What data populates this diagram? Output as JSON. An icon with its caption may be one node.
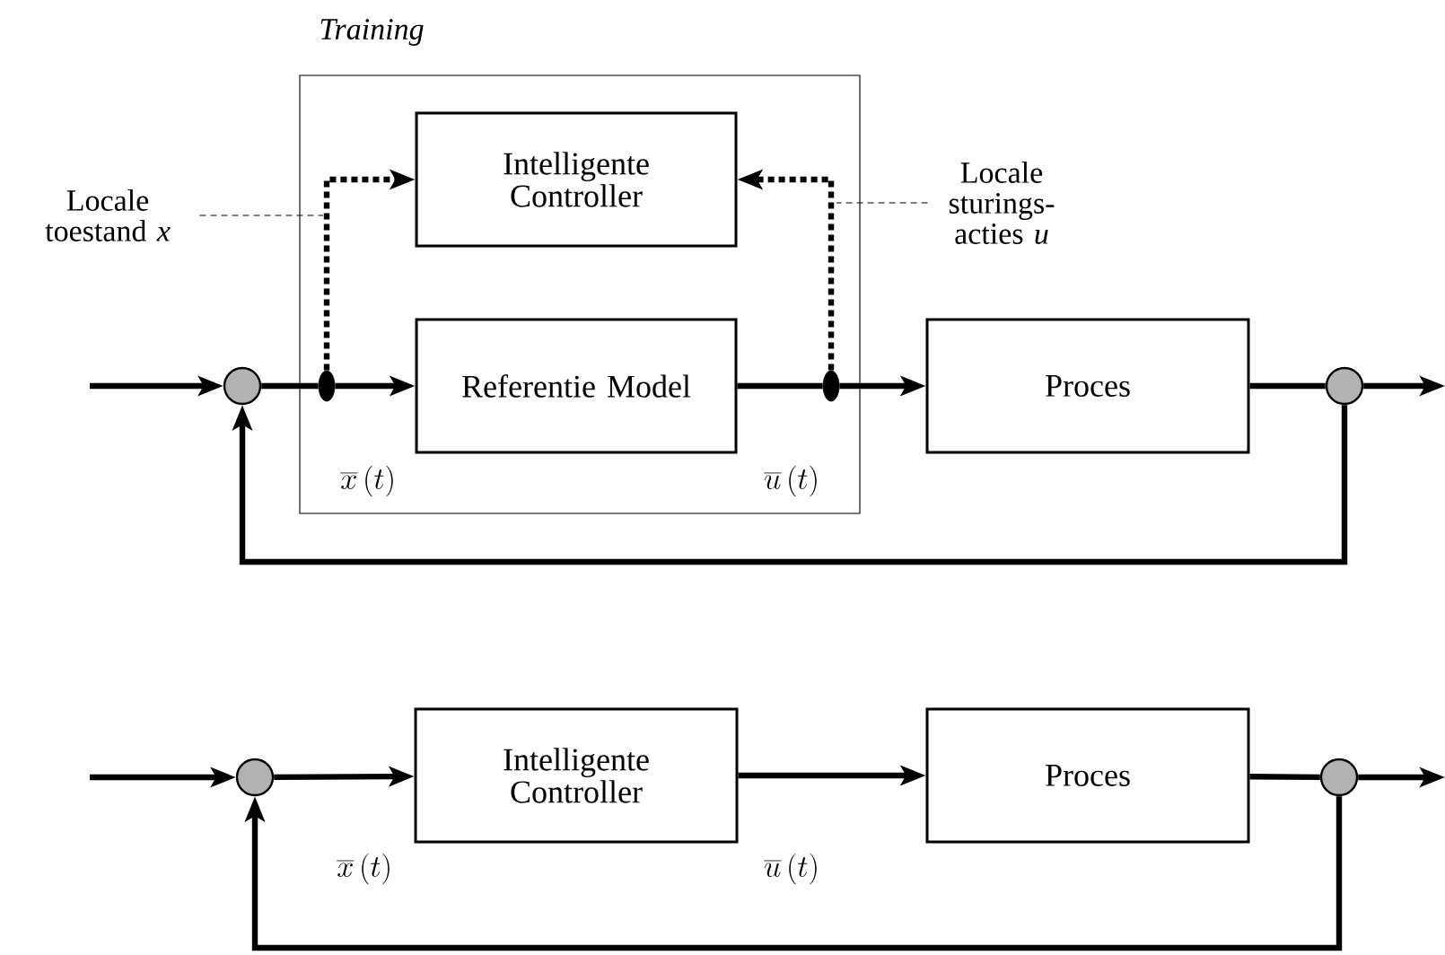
{
  "diagram": {
    "nodes": [
      {
        "text": [
          "Training"
        ]
      },
      {
        "text": [
          "Intelligente Controller"
        ],
        "in": 0
      },
      {
        "text": [
          "Referentie Model"
        ],
        "in": 0
      },
      {
        "text": [],
        "shape": "circle",
        "in": 0
      },
      {
        "text": [],
        "shape": "circle",
        "in": 0
      },
      {
        "text": [],
        "shape": "circle"
      },
      {
        "text": [
          "Proces"
        ]
      },
      {
        "text": [],
        "shape": "circle"
      },
      {
        "text": [
          "Locale toestand *x*"
        ]
      },
      {
        "text": [
          "Locale sturings- acties *u*"
        ]
      },
      {
        "text": [],
        "shape": "circle"
      },
      {
        "text": [
          "Intelligente Controller"
        ]
      },
      {
        "text": [
          "Proces"
        ]
      },
      {
        "text": [],
        "shape": "circle"
      }
    ],
    "edges": [
      {
        "from": null,
        "to": 5,
        "arrow": "to"
      },
      {
        "from": 5,
        "to": 3,
        "arrow": "none"
      },
      {
        "from": 3,
        "to": 2,
        "arrow": "to"
      },
      {
        "from": 3,
        "to": 1,
        "arrow": "to",
        "style": "dashed"
      },
      {
        "from": 2,
        "to": 4,
        "arrow": "none"
      },
      {
        "from": 4,
        "to": 6,
        "arrow": "to"
      },
      {
        "from": 4,
        "to": 1,
        "arrow": "to",
        "style": "dashed"
      },
      {
        "from": 6,
        "to": 7,
        "arrow": "none"
      },
      {
        "from": 7,
        "to": null,
        "arrow": "to"
      },
      {
        "from": 7,
        "to": 5,
        "arrow": "to"
      },
      {
        "from": 8,
        "to": null,
        "arrow": "none",
        "style": "dashed"
      },
      {
        "from": 9,
        "to": null,
        "arrow": "none",
        "style": "dashed"
      },
      {
        "from": null,
        "to": 10,
        "arrow": "to"
      },
      {
        "from": 10,
        "to": 11,
        "arrow": "to"
      },
      {
        "from": 11,
        "to": 12,
        "arrow": "to"
      },
      {
        "from": 12,
        "to": 13,
        "arrow": "none"
      },
      {
        "from": 13,
        "to": null,
        "arrow": "to"
      },
      {
        "from": 13,
        "to": 10,
        "arrow": "to"
      }
    ],
    "labels": [
      "\\overline{x}\\,(t)",
      "\\overline{u}\\,(t)",
      "\\overline{x}\\,(t)",
      "\\overline{u}\\,(t)"
    ]
  }
}
